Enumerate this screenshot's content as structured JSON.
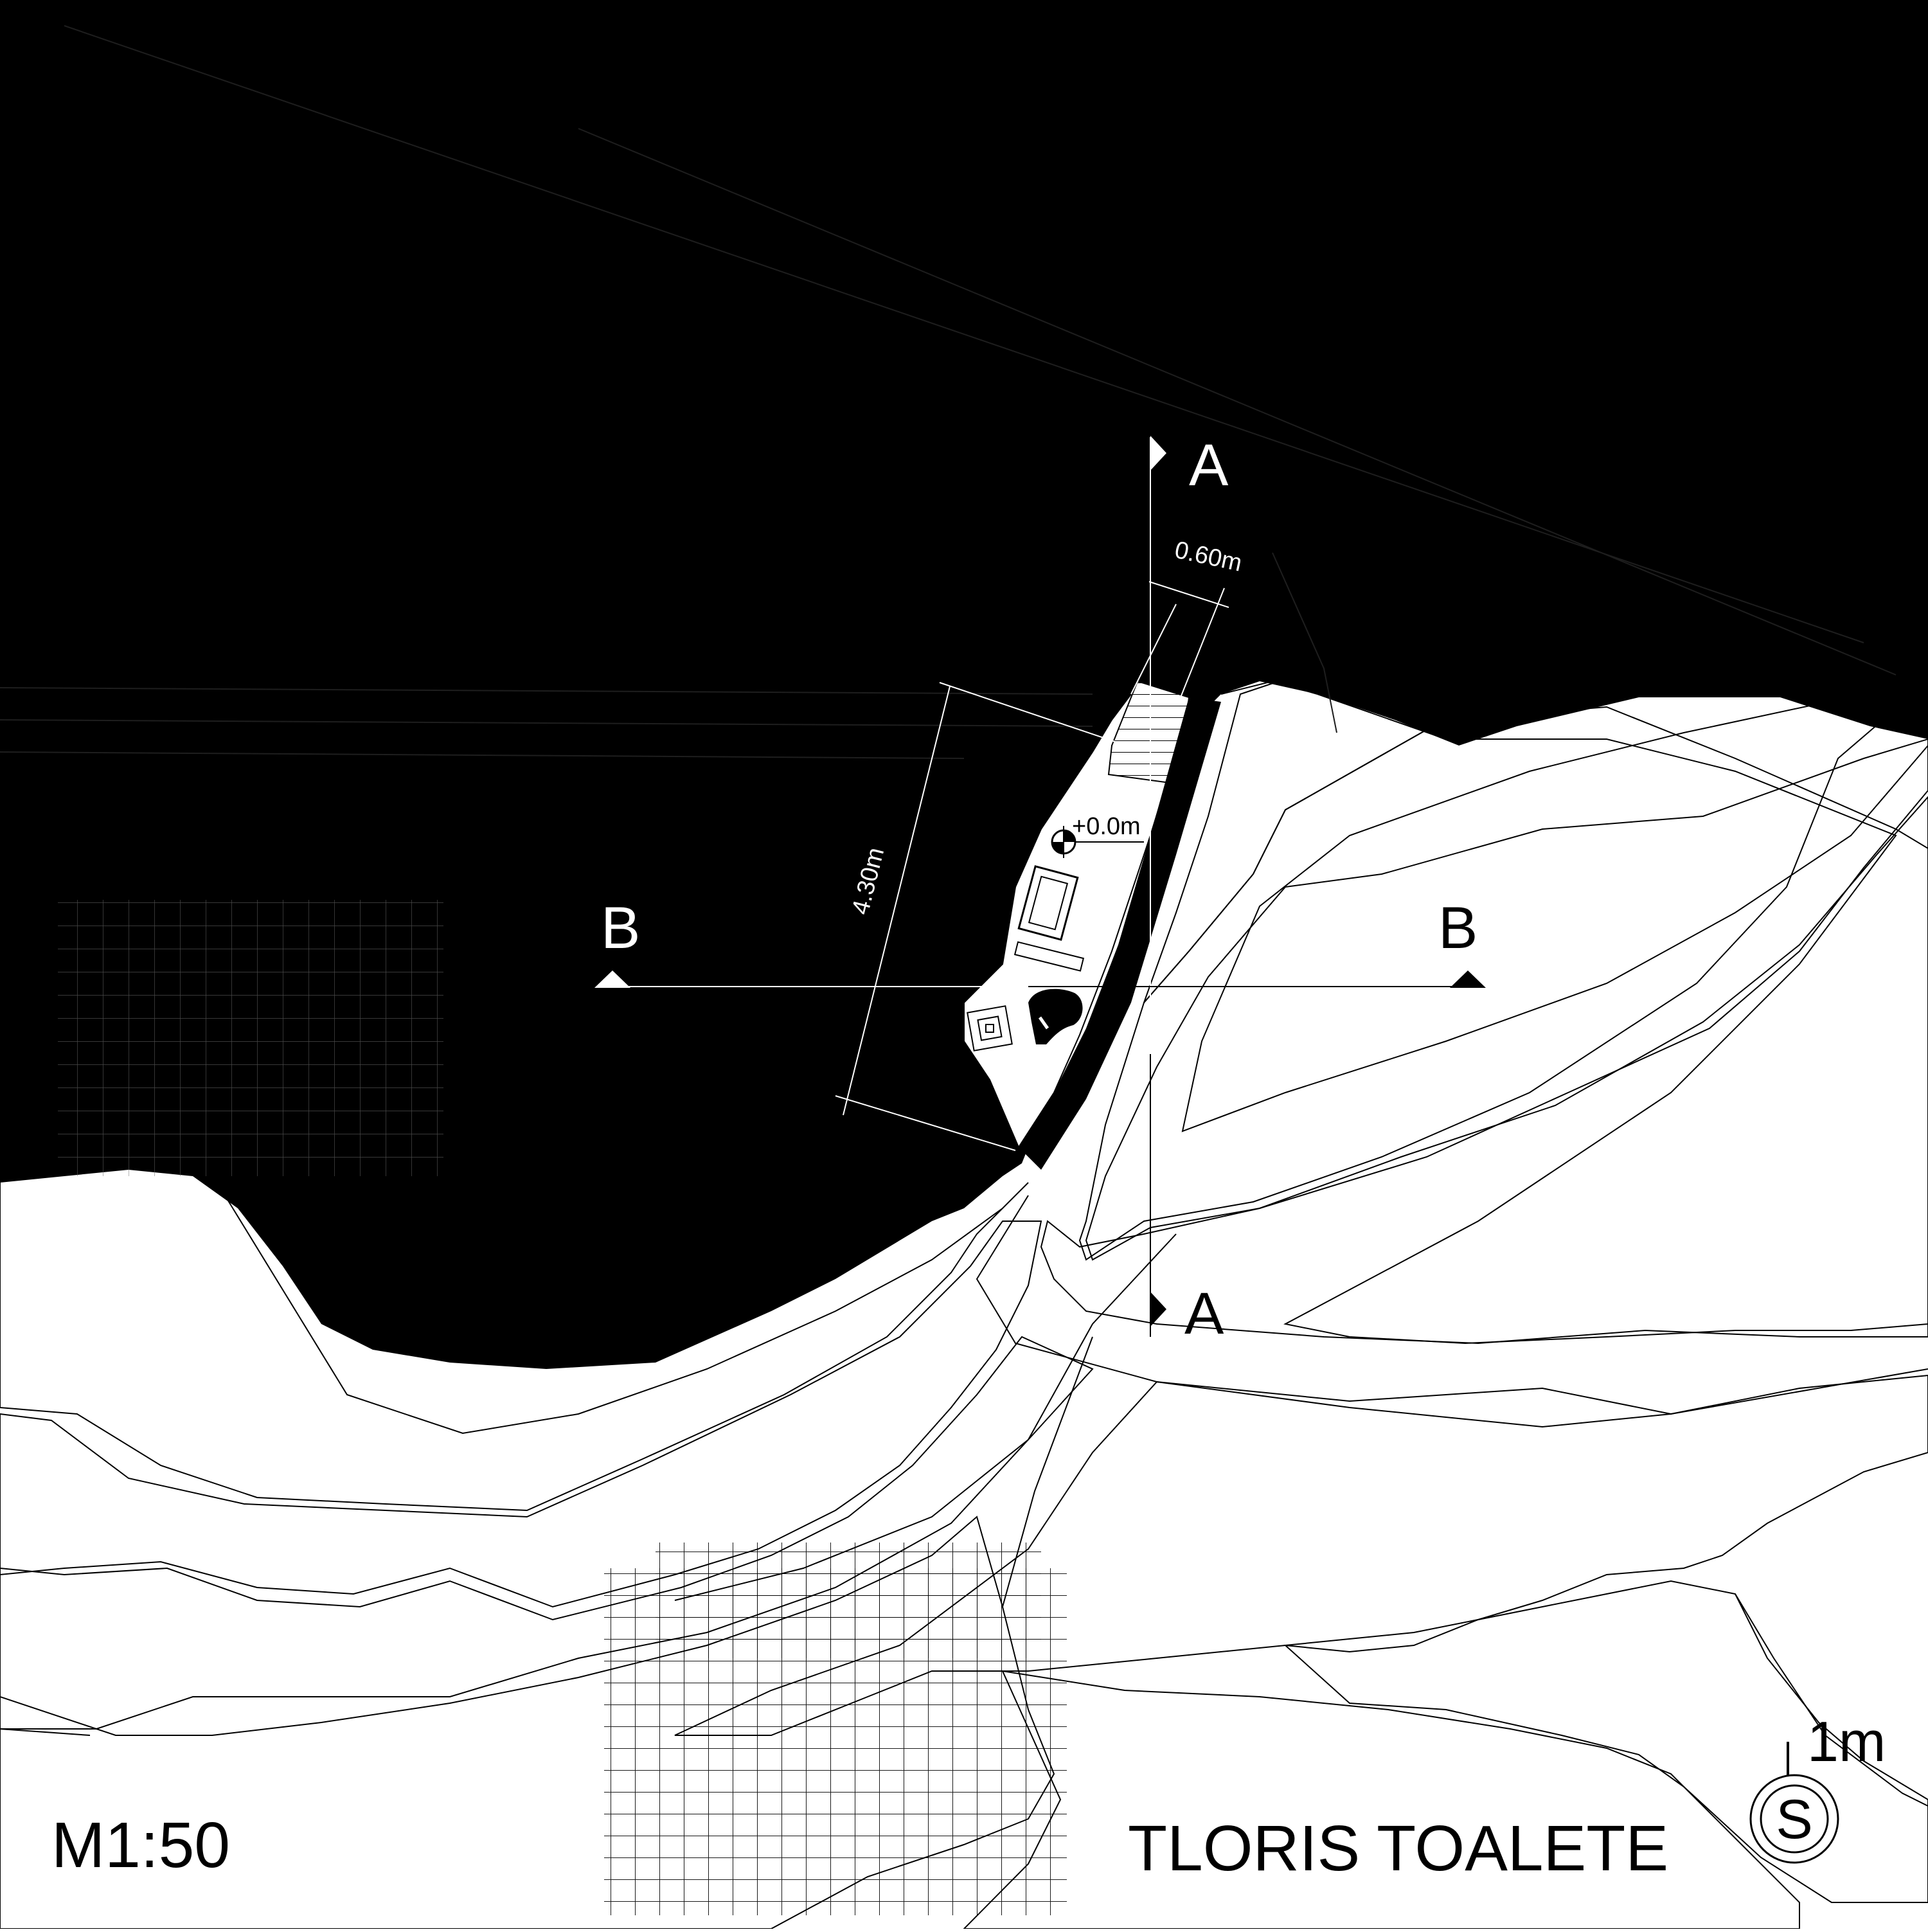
{
  "drawing": {
    "title": "TLORIS TOALETE",
    "scale": "M1:50",
    "scale_bar_label": "1m",
    "north_arrow_label": "S",
    "colors": {
      "rock": "#000000",
      "paper": "#ffffff",
      "ink": "#000000"
    }
  },
  "sections": {
    "a_top": "A",
    "a_bottom": "A",
    "b_left": "B",
    "b_right": "B"
  },
  "dimensions": {
    "width": "0.60m",
    "length": "4.30m",
    "level": "+0.0m"
  }
}
